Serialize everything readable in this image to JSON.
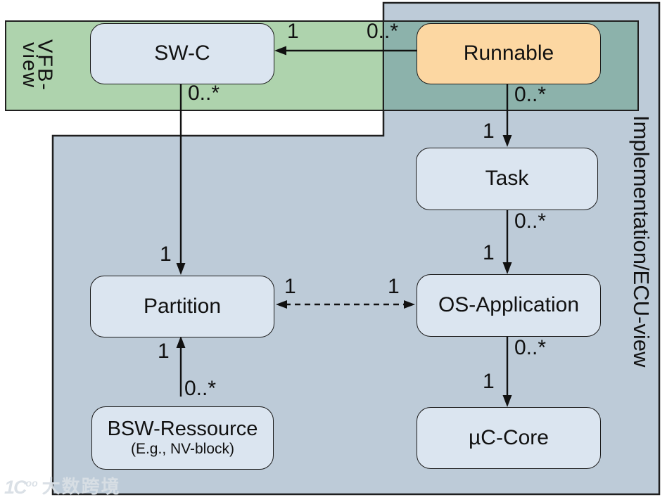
{
  "regions": {
    "vfb_view": {
      "label_line1": "VFB-",
      "label_line2": "view",
      "fill": "#aed3ad"
    },
    "implementation_ecu_view": {
      "label": "Implementation/ECU-view",
      "fill": "#bdcbd8"
    },
    "overlap_fill": "#8cb2ab"
  },
  "nodes": [
    {
      "label": "SW-C",
      "fill": "#dbe5f0"
    },
    {
      "label": "Runnable",
      "fill": "#fcd7a2"
    },
    {
      "label": "Task",
      "fill": "#dbe5f0"
    },
    {
      "label": "Partition",
      "fill": "#dbe5f0"
    },
    {
      "label": "OS-Application",
      "fill": "#dbe5f0"
    },
    {
      "label": "BSW-Ressource",
      "sublabel": "(E.g., NV-block)",
      "fill": "#dbe5f0"
    },
    {
      "label": "µC-Core",
      "fill": "#dbe5f0"
    }
  ],
  "edges": [
    {
      "name": "runnable-to-swc",
      "type": "solid-arrow",
      "source": "Runnable",
      "target": "SW-C",
      "source_mult": "0..*",
      "target_mult": "1"
    },
    {
      "name": "swc-to-partition",
      "type": "solid-arrow",
      "source": "SW-C",
      "target": "Partition",
      "source_mult": "0..*",
      "target_mult": "1"
    },
    {
      "name": "runnable-to-task",
      "type": "solid-arrow",
      "source": "Runnable",
      "target": "Task",
      "source_mult": "0..*",
      "target_mult": "1"
    },
    {
      "name": "task-to-os-application",
      "type": "solid-arrow",
      "source": "Task",
      "target": "OS-Application",
      "source_mult": "0..*",
      "target_mult": "1"
    },
    {
      "name": "os-application-to-core",
      "type": "solid-arrow",
      "source": "OS-Application",
      "target": "µC-Core",
      "source_mult": "0..*",
      "target_mult": "1"
    },
    {
      "name": "bsw-to-partition",
      "type": "solid-arrow",
      "source": "BSW-Ressource",
      "target": "Partition",
      "source_mult": "0..*",
      "target_mult": "1"
    },
    {
      "name": "partition-os-application",
      "type": "dashed-double-arrow",
      "source": "Partition",
      "target": "OS-Application",
      "left_mult": "1",
      "right_mult": "1"
    }
  ],
  "watermark": {
    "logo": "1C°°",
    "logo_sup": "oo",
    "logo_main": "1C",
    "text": "大数跨境"
  },
  "colors": {
    "vfb_green": "#aed3ad",
    "overlap_teal": "#8cb2ab",
    "impl_blue": "#bdcbd8",
    "node_blue": "#dbe5f0",
    "runnable_orange": "#fcd7a2",
    "stroke": "#1a1a1a"
  }
}
